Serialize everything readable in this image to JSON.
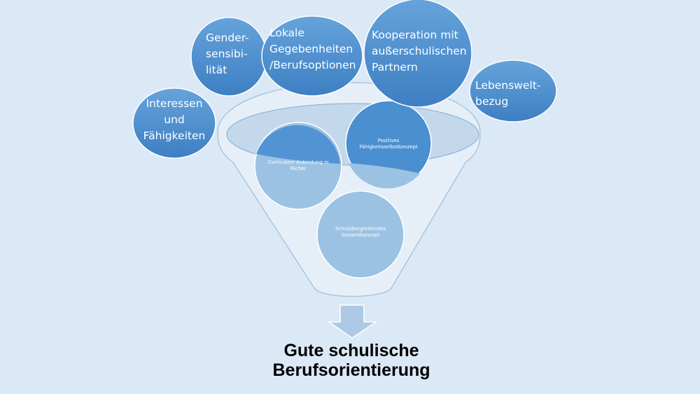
{
  "outer_factors": {
    "interessen": [
      "Interessen",
      "und",
      "Fähigkeiten"
    ],
    "gender": [
      "Gender-",
      "sensibi-",
      "lität"
    ],
    "lokale": [
      "Lokale",
      "Gegebenheiten",
      "/Berufsoptionen"
    ],
    "kooperation": [
      "Kooperation mit",
      "außerschulischen",
      "Partnern"
    ],
    "lebenswelt": [
      "Lebenswelt-",
      "bezug"
    ]
  },
  "funnel_items": {
    "curricular": [
      "Curriculare Anbindung in",
      "Fächer"
    ],
    "positives": [
      "Positives",
      "Fähigkeitsselbstkonzept"
    ],
    "schul": [
      "Schulübergreifendes",
      "Gesamtkonzept"
    ]
  },
  "result": [
    "Gute schulische",
    "Berufsorientierung"
  ],
  "colors": {
    "background": "#dbe8f5",
    "circle": "#4a8fd0",
    "circle_light": "#9cc2e3"
  }
}
